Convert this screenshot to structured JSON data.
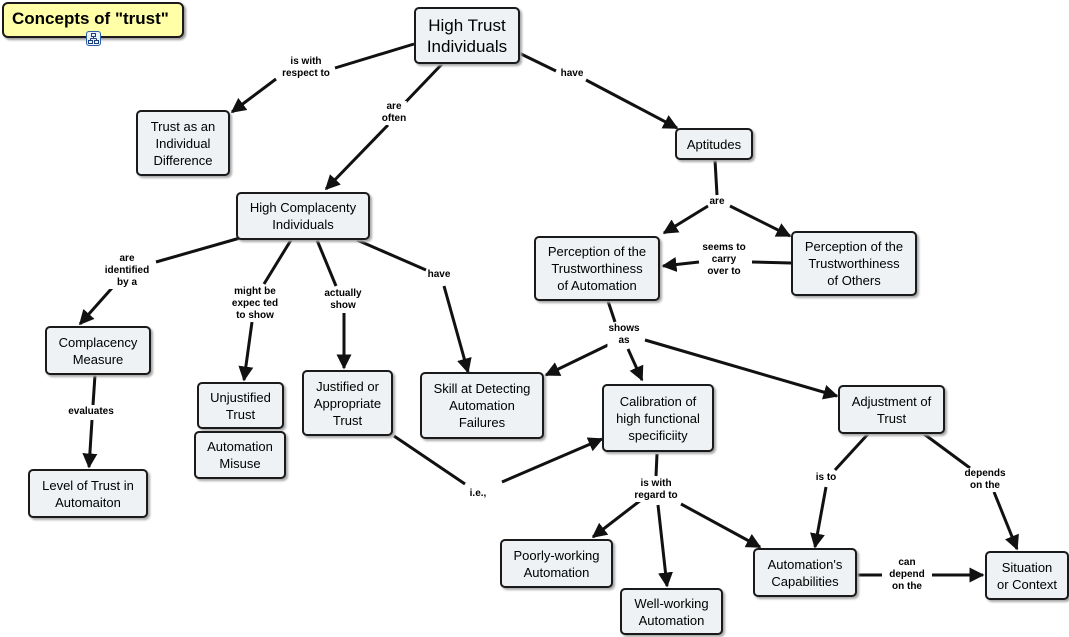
{
  "title": "Concepts of \"trust\"",
  "nodes": {
    "high_trust": "High Trust\nIndividuals",
    "trust_individual_difference": "Trust as an\nIndividual\nDifference",
    "high_complacency": "High Complacenty\nIndividuals",
    "aptitudes": "Aptitudes",
    "perception_automation": "Perception of the\nTrustworthiness\nof Automation",
    "perception_others": "Perception of the\nTrustworthiness\nof Others",
    "complacency_measure": "Complacency\nMeasure",
    "level_of_trust": "Level of Trust in\nAutomaiton",
    "unjustified_trust": "Unjustified\nTrust",
    "automation_misuse": "Automation\nMisuse",
    "justified_trust": "Justified or\nAppropriate\nTrust",
    "skill_detecting": "Skill at Detecting\nAutomation\nFailures",
    "calibration": "Calibration of\nhigh functional\nspecificiity",
    "adjustment": "Adjustment of\nTrust",
    "poorly_working": "Poorly-working\nAutomation",
    "well_working": "Well-working\nAutomation",
    "automation_capabilities": "Automation's\nCapabilities",
    "situation": "Situation\nor Context"
  },
  "links": {
    "is_with_respect_to": "is with\nrespect to",
    "are_often": "are\noften",
    "have_1": "have",
    "are": "are",
    "seems_to_carry_over_to": "seems to\ncarry\nover to",
    "are_identified_by_a": "are\nidentified\nby a",
    "might_be_expected_to_show": "might be\nexpec ted\nto show",
    "actually_show": "actually\nshow",
    "have_2": "have",
    "evaluates": "evaluates",
    "shows_as": "shows\nas",
    "ie": "i.e.,",
    "is_with_regard_to": "is with\nregard to",
    "is_to": "is to",
    "depends_on_the": "depends\non the",
    "can_depend_on_the": "can\ndepend\non the"
  }
}
